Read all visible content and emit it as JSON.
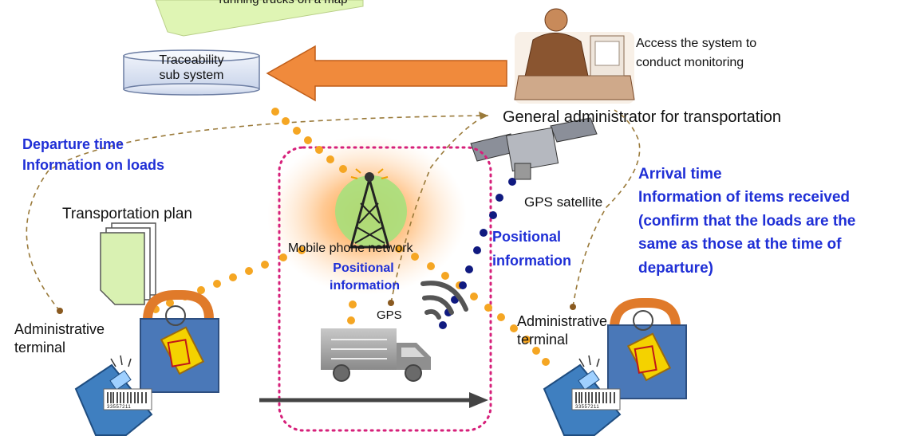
{
  "note_partial": "running trucks on a map",
  "traceability": {
    "line1": "Traceability",
    "line2": "sub system"
  },
  "access": {
    "line1": "Access the system to",
    "line2": "conduct monitoring"
  },
  "general_admin": "General administrator for transportation",
  "departure": {
    "line1": "Departure time",
    "line2": "Information on loads"
  },
  "arrival": {
    "line1": "Arrival time",
    "line2": "Information of items received",
    "line3": "(confirm that the loads are the",
    "line4": "same as those at the time of",
    "line5": "departure)"
  },
  "transport_plan": "Transportation plan",
  "gps_satellite": "GPS satellite",
  "mobile_network": "Mobile phone network",
  "pos_info_left": {
    "line1": "Positional",
    "line2": "information"
  },
  "pos_info_right": {
    "line1": "Positional",
    "line2": "information"
  },
  "gps": "GPS",
  "admin_left": {
    "line1": "Administrative",
    "line2": "terminal"
  },
  "admin_right": {
    "line1": "Administrative",
    "line2": "terminal"
  },
  "barcode_number": "33557211",
  "colors": {
    "accent_blue": "#1f2fd6",
    "orange_dots": "#f5a623",
    "navy_dots": "#101a80",
    "arrow_orange": "#f08a3c",
    "dashed_brown": "#9a7a3a",
    "magenta_dotted": "#d6207a",
    "lock_blue": "#4a78b8"
  }
}
